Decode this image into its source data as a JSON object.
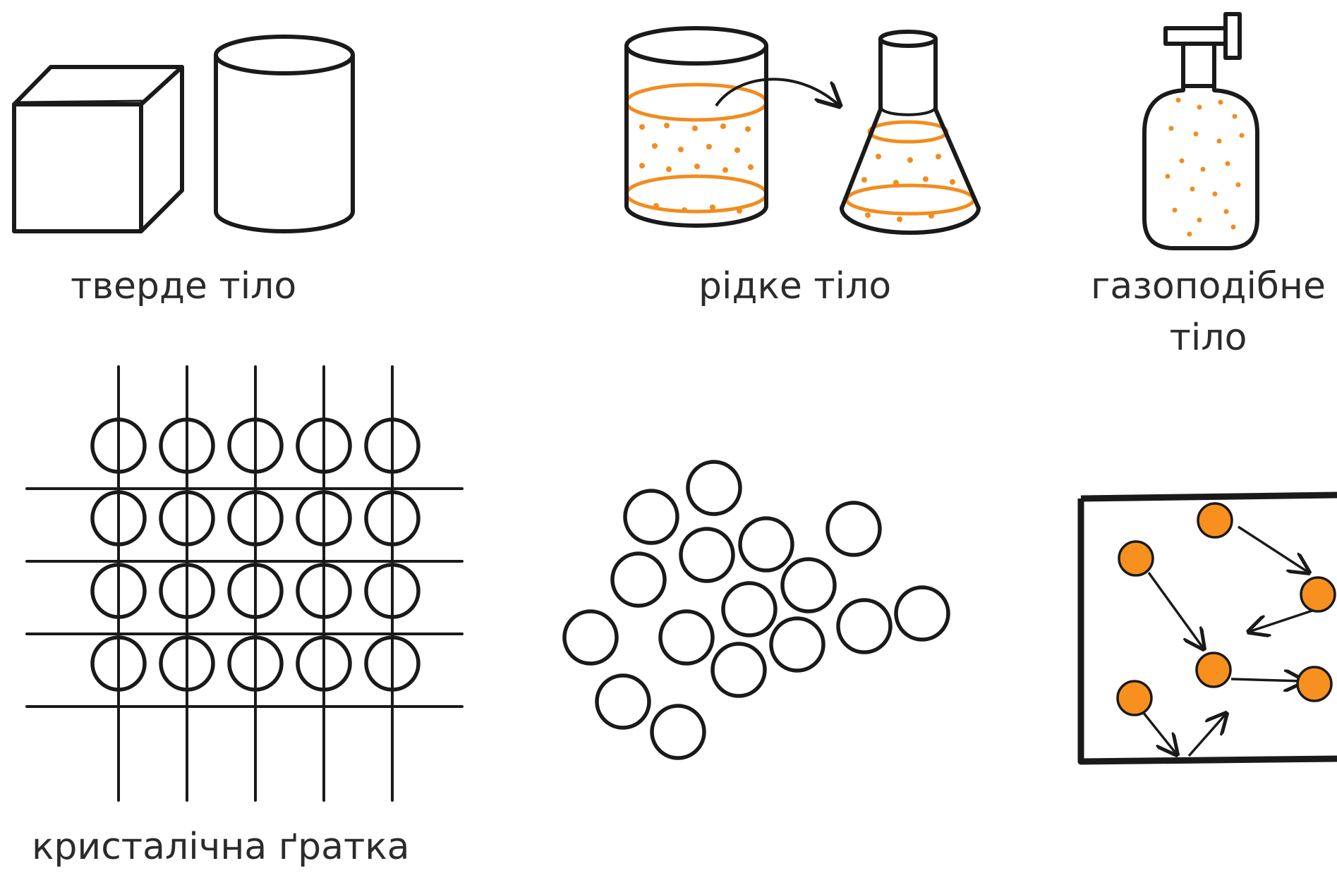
{
  "labels": {
    "solid": "тверде тіло",
    "liquid": "рідке тіло",
    "gas_line1": "газоподібне",
    "gas_line2": "тіло",
    "crystal": "кристалічна ґратка"
  },
  "colors": {
    "ink": "#1a1a1a",
    "accent": "#f28c1e",
    "particle_fill": "#f7901e"
  },
  "icons": {
    "solid": [
      "cube-icon",
      "cylinder-icon"
    ],
    "liquid": [
      "beaker-with-liquid-icon",
      "pour-arrow-icon",
      "flask-with-liquid-icon"
    ],
    "gas": [
      "gas-bottle-icon"
    ],
    "models": [
      "crystal-lattice-diagram",
      "liquid-particles-diagram",
      "gas-particles-diagram"
    ]
  }
}
